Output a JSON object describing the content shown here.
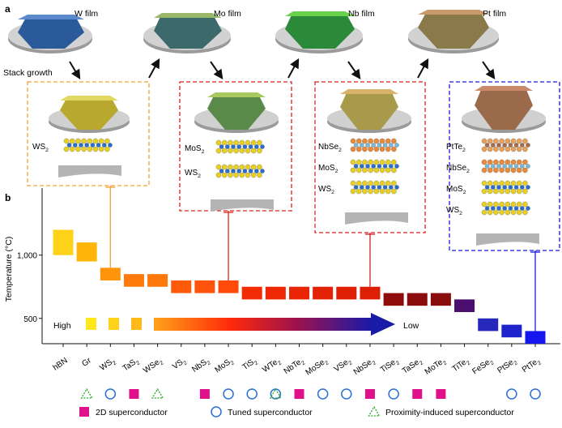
{
  "panel_labels": {
    "a": "a",
    "b": "b"
  },
  "panel_a": {
    "films": [
      "W film",
      "Mo film",
      "Nb film",
      "Pt film"
    ],
    "stack_growth": "Stack growth",
    "boxes": [
      {
        "layers": [
          {
            "base": "WS",
            "sub": "2"
          }
        ]
      },
      {
        "layers": [
          {
            "base": "MoS",
            "sub": "2"
          },
          {
            "base": "WS",
            "sub": "2"
          }
        ]
      },
      {
        "layers": [
          {
            "base": "NbSe",
            "sub": "2"
          },
          {
            "base": "MoS",
            "sub": "2"
          },
          {
            "base": "WS",
            "sub": "2"
          }
        ]
      },
      {
        "layers": [
          {
            "base": "PtTe",
            "sub": "2"
          },
          {
            "base": "NbSe",
            "sub": "2"
          },
          {
            "base": "MoS",
            "sub": "2"
          },
          {
            "base": "WS",
            "sub": "2"
          }
        ]
      }
    ]
  },
  "chart_data": {
    "type": "bar",
    "ylabel": "Temperature (°C)",
    "yticks": [
      500,
      1000
    ],
    "ytick_labels": [
      "500",
      "1,000"
    ],
    "ylim": [
      300,
      1530
    ],
    "gradient_labels": {
      "high": "High",
      "low": "Low"
    },
    "categories": [
      {
        "base": "hBN",
        "sub": ""
      },
      {
        "base": "Gr",
        "sub": ""
      },
      {
        "base": "WS",
        "sub": "2"
      },
      {
        "base": "TaS",
        "sub": "2"
      },
      {
        "base": "WSe",
        "sub": "2"
      },
      {
        "base": "VS",
        "sub": "2"
      },
      {
        "base": "NbS",
        "sub": "2"
      },
      {
        "base": "MoS",
        "sub": "2"
      },
      {
        "base": "TiS",
        "sub": "2"
      },
      {
        "base": "WTe",
        "sub": "2"
      },
      {
        "base": "NbTe",
        "sub": "2"
      },
      {
        "base": "MoSe",
        "sub": "2"
      },
      {
        "base": "VSe",
        "sub": "2"
      },
      {
        "base": "NbSe",
        "sub": "2"
      },
      {
        "base": "TiSe",
        "sub": "2"
      },
      {
        "base": "TaSe",
        "sub": "2"
      },
      {
        "base": "MoTe",
        "sub": "2"
      },
      {
        "base": "TiTe",
        "sub": "2"
      },
      {
        "base": "FeSe",
        "sub": "2"
      },
      {
        "base": "PtSe",
        "sub": "2"
      },
      {
        "base": "PtTe",
        "sub": "2"
      }
    ],
    "ranges": [
      [
        1000,
        1200
      ],
      [
        950,
        1100
      ],
      [
        800,
        900
      ],
      [
        750,
        850
      ],
      [
        750,
        850
      ],
      [
        700,
        800
      ],
      [
        700,
        800
      ],
      [
        700,
        800
      ],
      [
        650,
        750
      ],
      [
        650,
        750
      ],
      [
        650,
        750
      ],
      [
        650,
        750
      ],
      [
        650,
        750
      ],
      [
        650,
        750
      ],
      [
        600,
        700
      ],
      [
        600,
        700
      ],
      [
        600,
        700
      ],
      [
        550,
        650
      ],
      [
        400,
        500
      ],
      [
        350,
        450
      ],
      [
        300,
        400
      ]
    ],
    "bar_colors": [
      "#ffd21a",
      "#ffb60a",
      "#ff940a",
      "#ff7a0a",
      "#ff780a",
      "#ff5a0a",
      "#ff520a",
      "#ff4a0a",
      "#f22d05",
      "#ee2805",
      "#ea2505",
      "#e42205",
      "#e02005",
      "#dc1f05",
      "#8e0c0c",
      "#8a0c0c",
      "#8a0c0c",
      "#4a0e6e",
      "#2628bb",
      "#2022cc",
      "#1515ee"
    ],
    "markers": [
      "",
      "triangle",
      "circle",
      "square",
      "triangle",
      "",
      "square",
      "circle",
      "circle",
      "circle+triangle",
      "square",
      "circle",
      "circle",
      "square",
      "circle",
      "square",
      "square",
      "",
      "",
      "circle",
      "circle"
    ],
    "marker_colors": {
      "square": "#e0108a",
      "circle": "#2a6ed6",
      "triangle": "#2aa82a"
    },
    "legend": [
      {
        "marker": "square",
        "label": "2D superconductor"
      },
      {
        "marker": "circle",
        "label": "Tuned superconductor"
      },
      {
        "marker": "triangle",
        "label": "Proximity-induced superconductor"
      }
    ]
  }
}
